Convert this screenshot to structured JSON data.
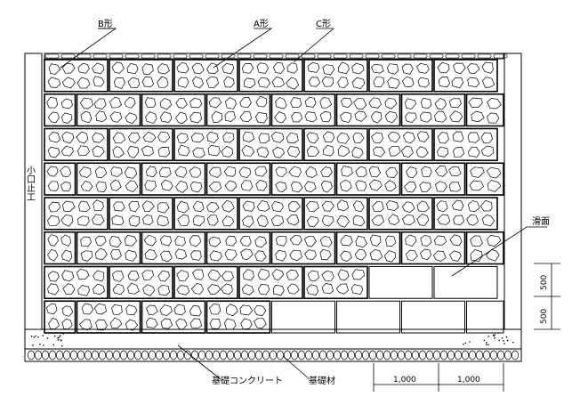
{
  "labels": {
    "b_type": "B形",
    "a_type": "A形",
    "c_type": "C形",
    "side_wall": "小口止工",
    "smooth_face": "滑面",
    "foundation_concrete": "基礎コンクリート",
    "foundation_material": "基礎材"
  },
  "dimensions": {
    "height_upper": "500",
    "height_lower": "500",
    "width_left": "1,000",
    "width_right": "1,000"
  },
  "wall": {
    "rows": 8,
    "smooth_cells": [
      [
        6,
        5
      ],
      [
        6,
        6
      ],
      [
        6,
        7
      ],
      [
        6,
        8
      ],
      [
        7,
        4
      ],
      [
        7,
        5
      ],
      [
        7,
        6
      ],
      [
        7,
        7
      ]
    ]
  },
  "colors": {
    "line": "#000000",
    "fill": "#ffffff"
  }
}
